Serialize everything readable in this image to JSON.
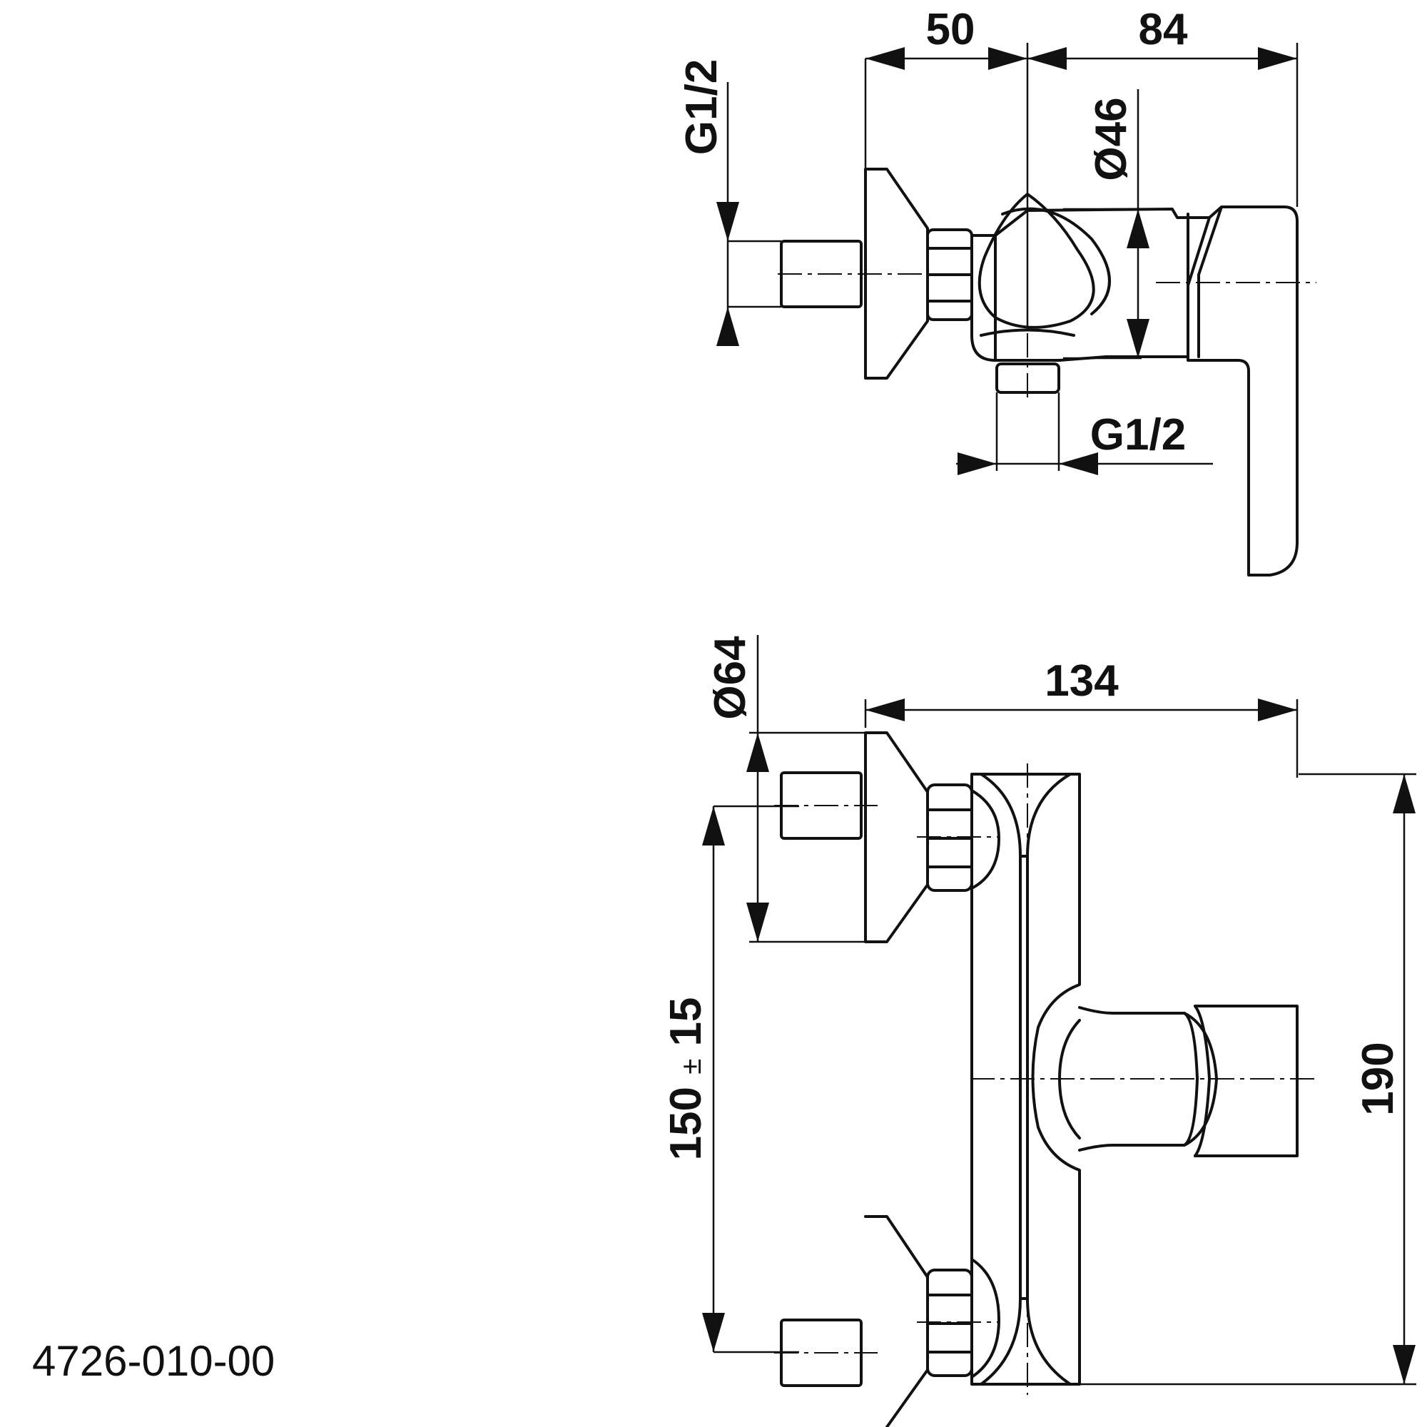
{
  "top_view": {
    "dim_width_left": "50",
    "dim_width_right": "84",
    "dim_thread_left": "G1/2",
    "dim_diameter_body": "Ø46",
    "dim_thread_bottom": "G1/2"
  },
  "front_view": {
    "dim_diameter_flange": "Ø64",
    "dim_total_width": "134",
    "dim_center_distance": "150",
    "dim_tolerance_sign": "±",
    "dim_tolerance_value": "15",
    "dim_height": "190"
  },
  "product_code": "4726-010-00"
}
